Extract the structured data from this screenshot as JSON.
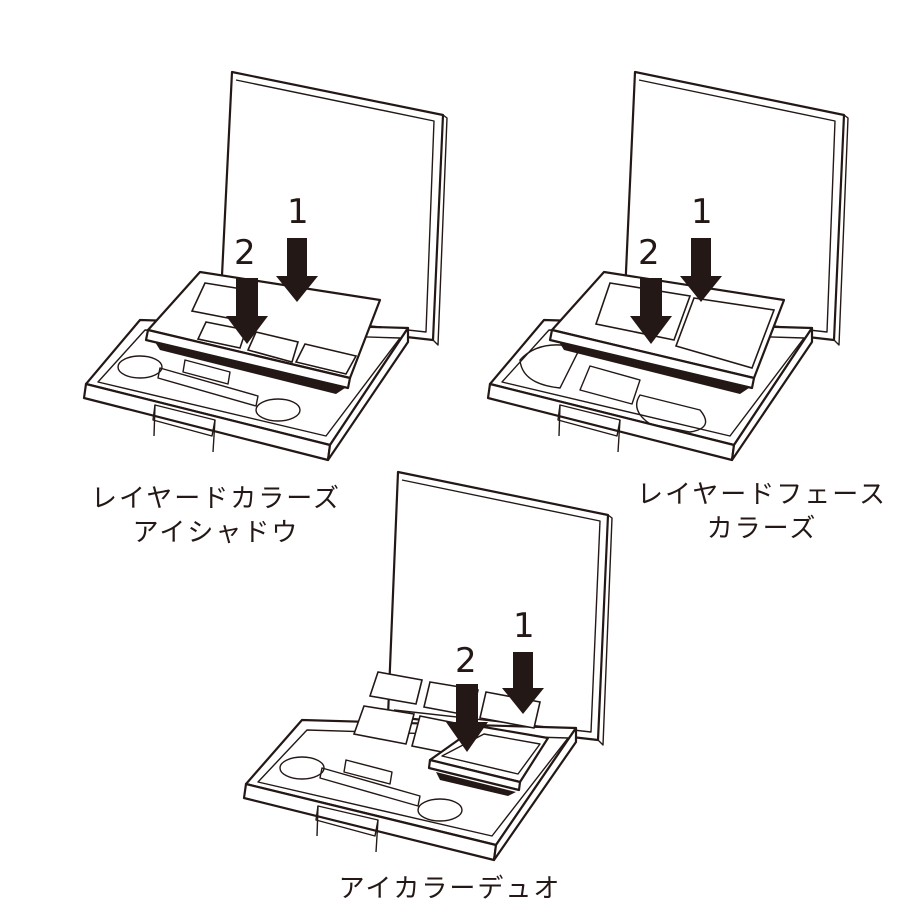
{
  "figure": {
    "palettes": [
      {
        "id": "eyeshadow",
        "caption_lines": [
          "レイヤードカラーズ",
          "アイシャドウ"
        ],
        "arrows": [
          {
            "label": "1"
          },
          {
            "label": "2"
          }
        ]
      },
      {
        "id": "face",
        "caption_lines": [
          "レイヤードフェース",
          "カラーズ"
        ],
        "arrows": [
          {
            "label": "1"
          },
          {
            "label": "2"
          }
        ]
      },
      {
        "id": "eyecolor",
        "caption_lines": [
          "アイカラーデュオ"
        ],
        "arrows": [
          {
            "label": "1"
          },
          {
            "label": "2"
          }
        ]
      }
    ],
    "colors": {
      "ink": "#231815",
      "background": "#ffffff"
    }
  }
}
